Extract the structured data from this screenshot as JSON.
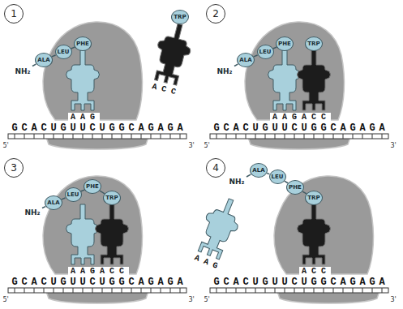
{
  "diagram": {
    "nodes": [
      {
        "text": [
          "1"
        ]
      },
      {
        "text": [
          "ALA"
        ]
      },
      {
        "text": [
          "LEU"
        ]
      },
      {
        "text": [
          "PHE"
        ]
      },
      {
        "text": [
          "TRP"
        ]
      },
      {
        "text": [
          "2"
        ]
      },
      {
        "text": [
          "ALA"
        ]
      },
      {
        "text": [
          "LEU"
        ]
      },
      {
        "text": [
          "PHE"
        ]
      },
      {
        "text": [
          "TRP"
        ]
      },
      {
        "text": [
          "3"
        ]
      },
      {
        "text": [
          "ALA"
        ]
      },
      {
        "text": [
          "LEU"
        ]
      },
      {
        "text": [
          "PHE"
        ]
      },
      {
        "text": [
          "TRP"
        ]
      },
      {
        "text": [
          "4"
        ]
      },
      {
        "text": [
          "ALA"
        ]
      },
      {
        "text": [
          "LEU"
        ]
      },
      {
        "text": [
          "PHE"
        ]
      },
      {
        "text": [
          "TRP"
        ]
      }
    ],
    "edges": [
      {
        "from": 1,
        "to": 2,
        "arrow": "none"
      },
      {
        "from": 2,
        "to": 3,
        "arrow": "none"
      },
      {
        "from": 6,
        "to": 7,
        "arrow": "none"
      },
      {
        "from": 7,
        "to": 8,
        "arrow": "none"
      },
      {
        "from": 11,
        "to": 12,
        "arrow": "none"
      },
      {
        "from": 12,
        "to": 13,
        "arrow": "none"
      },
      {
        "from": 13,
        "to": 14,
        "arrow": "none"
      },
      {
        "from": 16,
        "to": 17,
        "arrow": "none"
      },
      {
        "from": 17,
        "to": 18,
        "arrow": "none"
      },
      {
        "from": 18,
        "to": 19,
        "arrow": "none"
      }
    ],
    "labels": [
      "NH₂",
      "AAG",
      "ACC",
      "GCACUGUUCUGGCAGAGA",
      "5'",
      "3'",
      "NH₂",
      "AAG",
      "ACC",
      "GCACUGUUCUGGCAGAGA",
      "5'",
      "3'",
      "NH₂",
      "AAG",
      "ACC",
      "GCACUGUUCUGGCAGAGA",
      "5'",
      "3'",
      "NH₂",
      "AAG",
      "ACC",
      "GCACUGUUCUGGCAGAGA",
      "5'",
      "3'"
    ]
  }
}
